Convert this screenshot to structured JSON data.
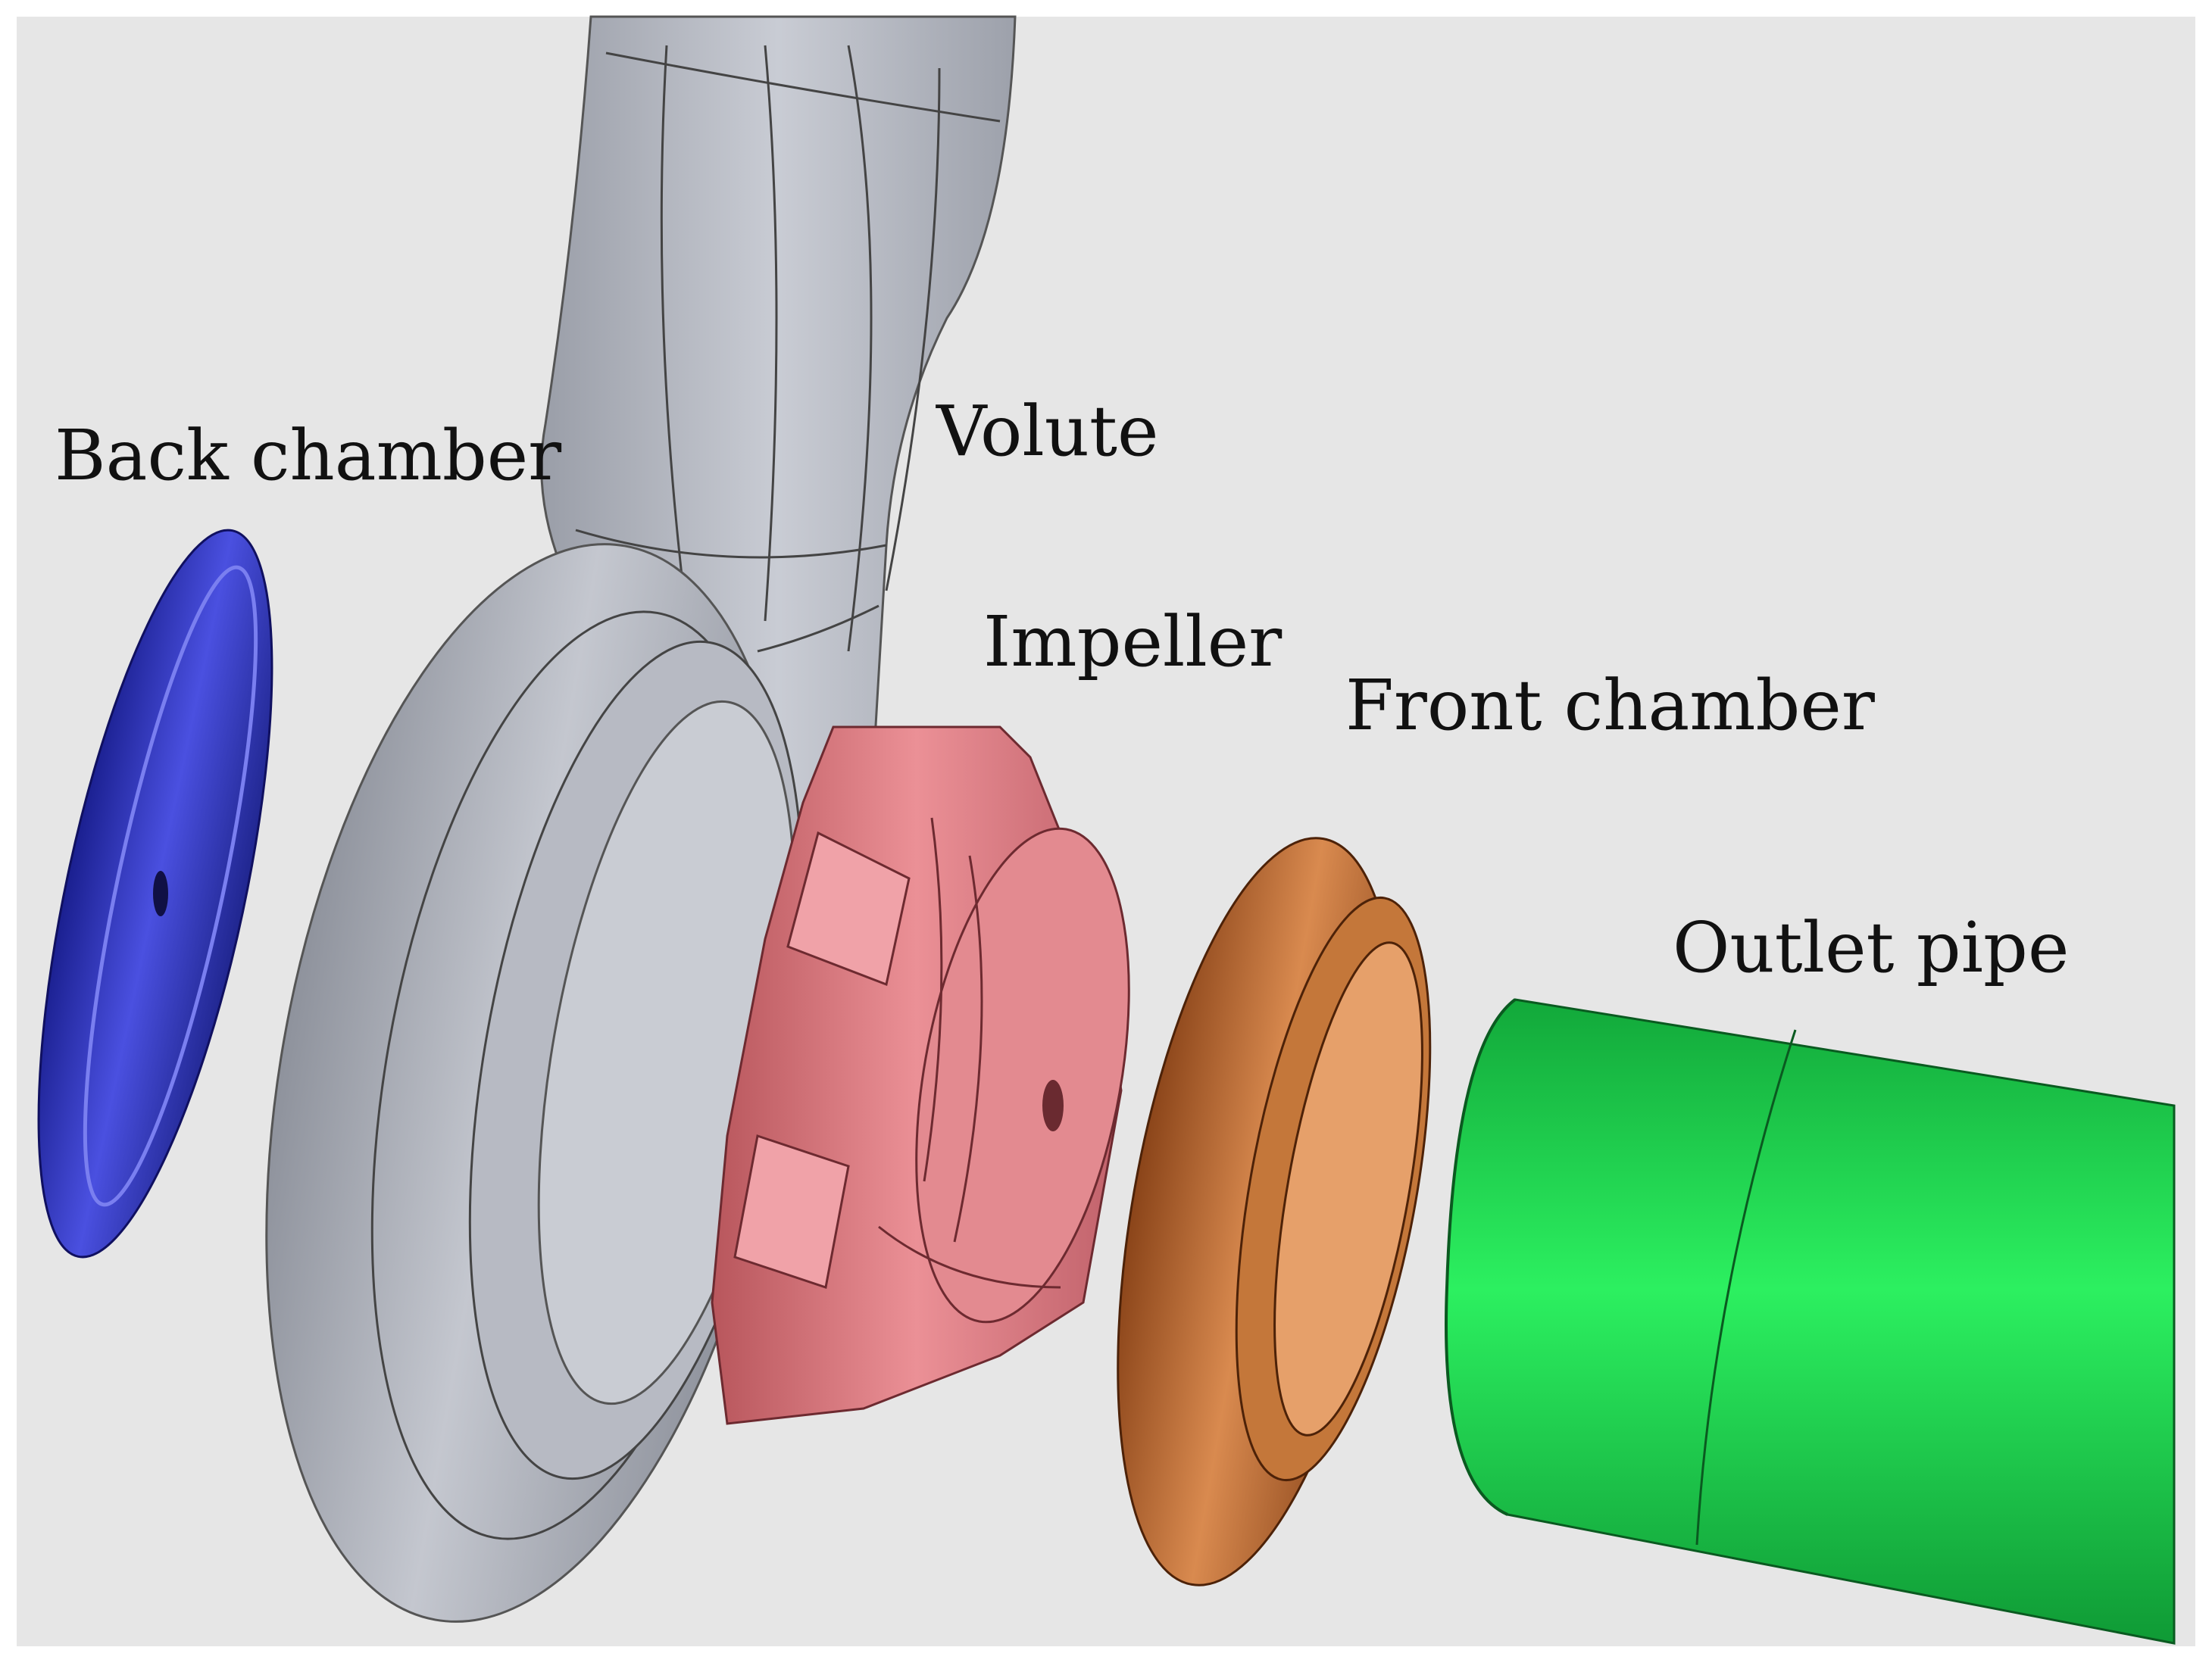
{
  "labels": {
    "back_chamber": "Back chamber",
    "volute": "Volute",
    "impeller": "Impeller",
    "front_chamber": "Front chamber",
    "outlet_pipe": "Outlet pipe"
  },
  "colors": {
    "background": "#e6e6e6",
    "back_chamber": "#2a2fb0",
    "volute": "#a8acb6",
    "impeller": "#d9757a",
    "front_chamber": "#b8662e",
    "outlet_pipe": "#1fd24a"
  }
}
